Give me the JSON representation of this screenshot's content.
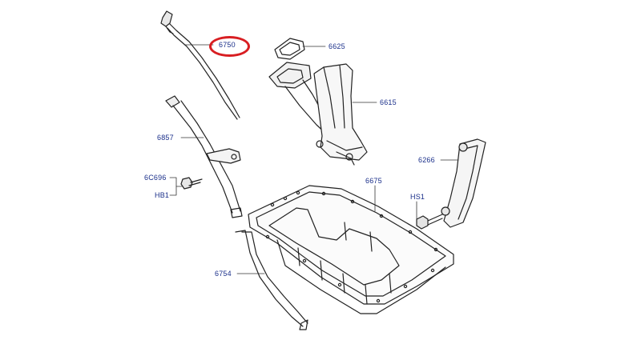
{
  "highlight_color": "#d81e22",
  "label_color": "#1a2f8a",
  "line_color": "#222222",
  "parts": {
    "dipstick": "6750",
    "oil_pump_gasket": "6625",
    "oil_pump_screen": "6615",
    "dipstick_tube_upper": "6857",
    "tube_bolt_code": "6C696",
    "tube_bolt_ref": "HB1",
    "oil_pan": "6675",
    "baffle": "6266",
    "baffle_bolt_ref": "HS1",
    "dipstick_tube_lower": "6754"
  }
}
